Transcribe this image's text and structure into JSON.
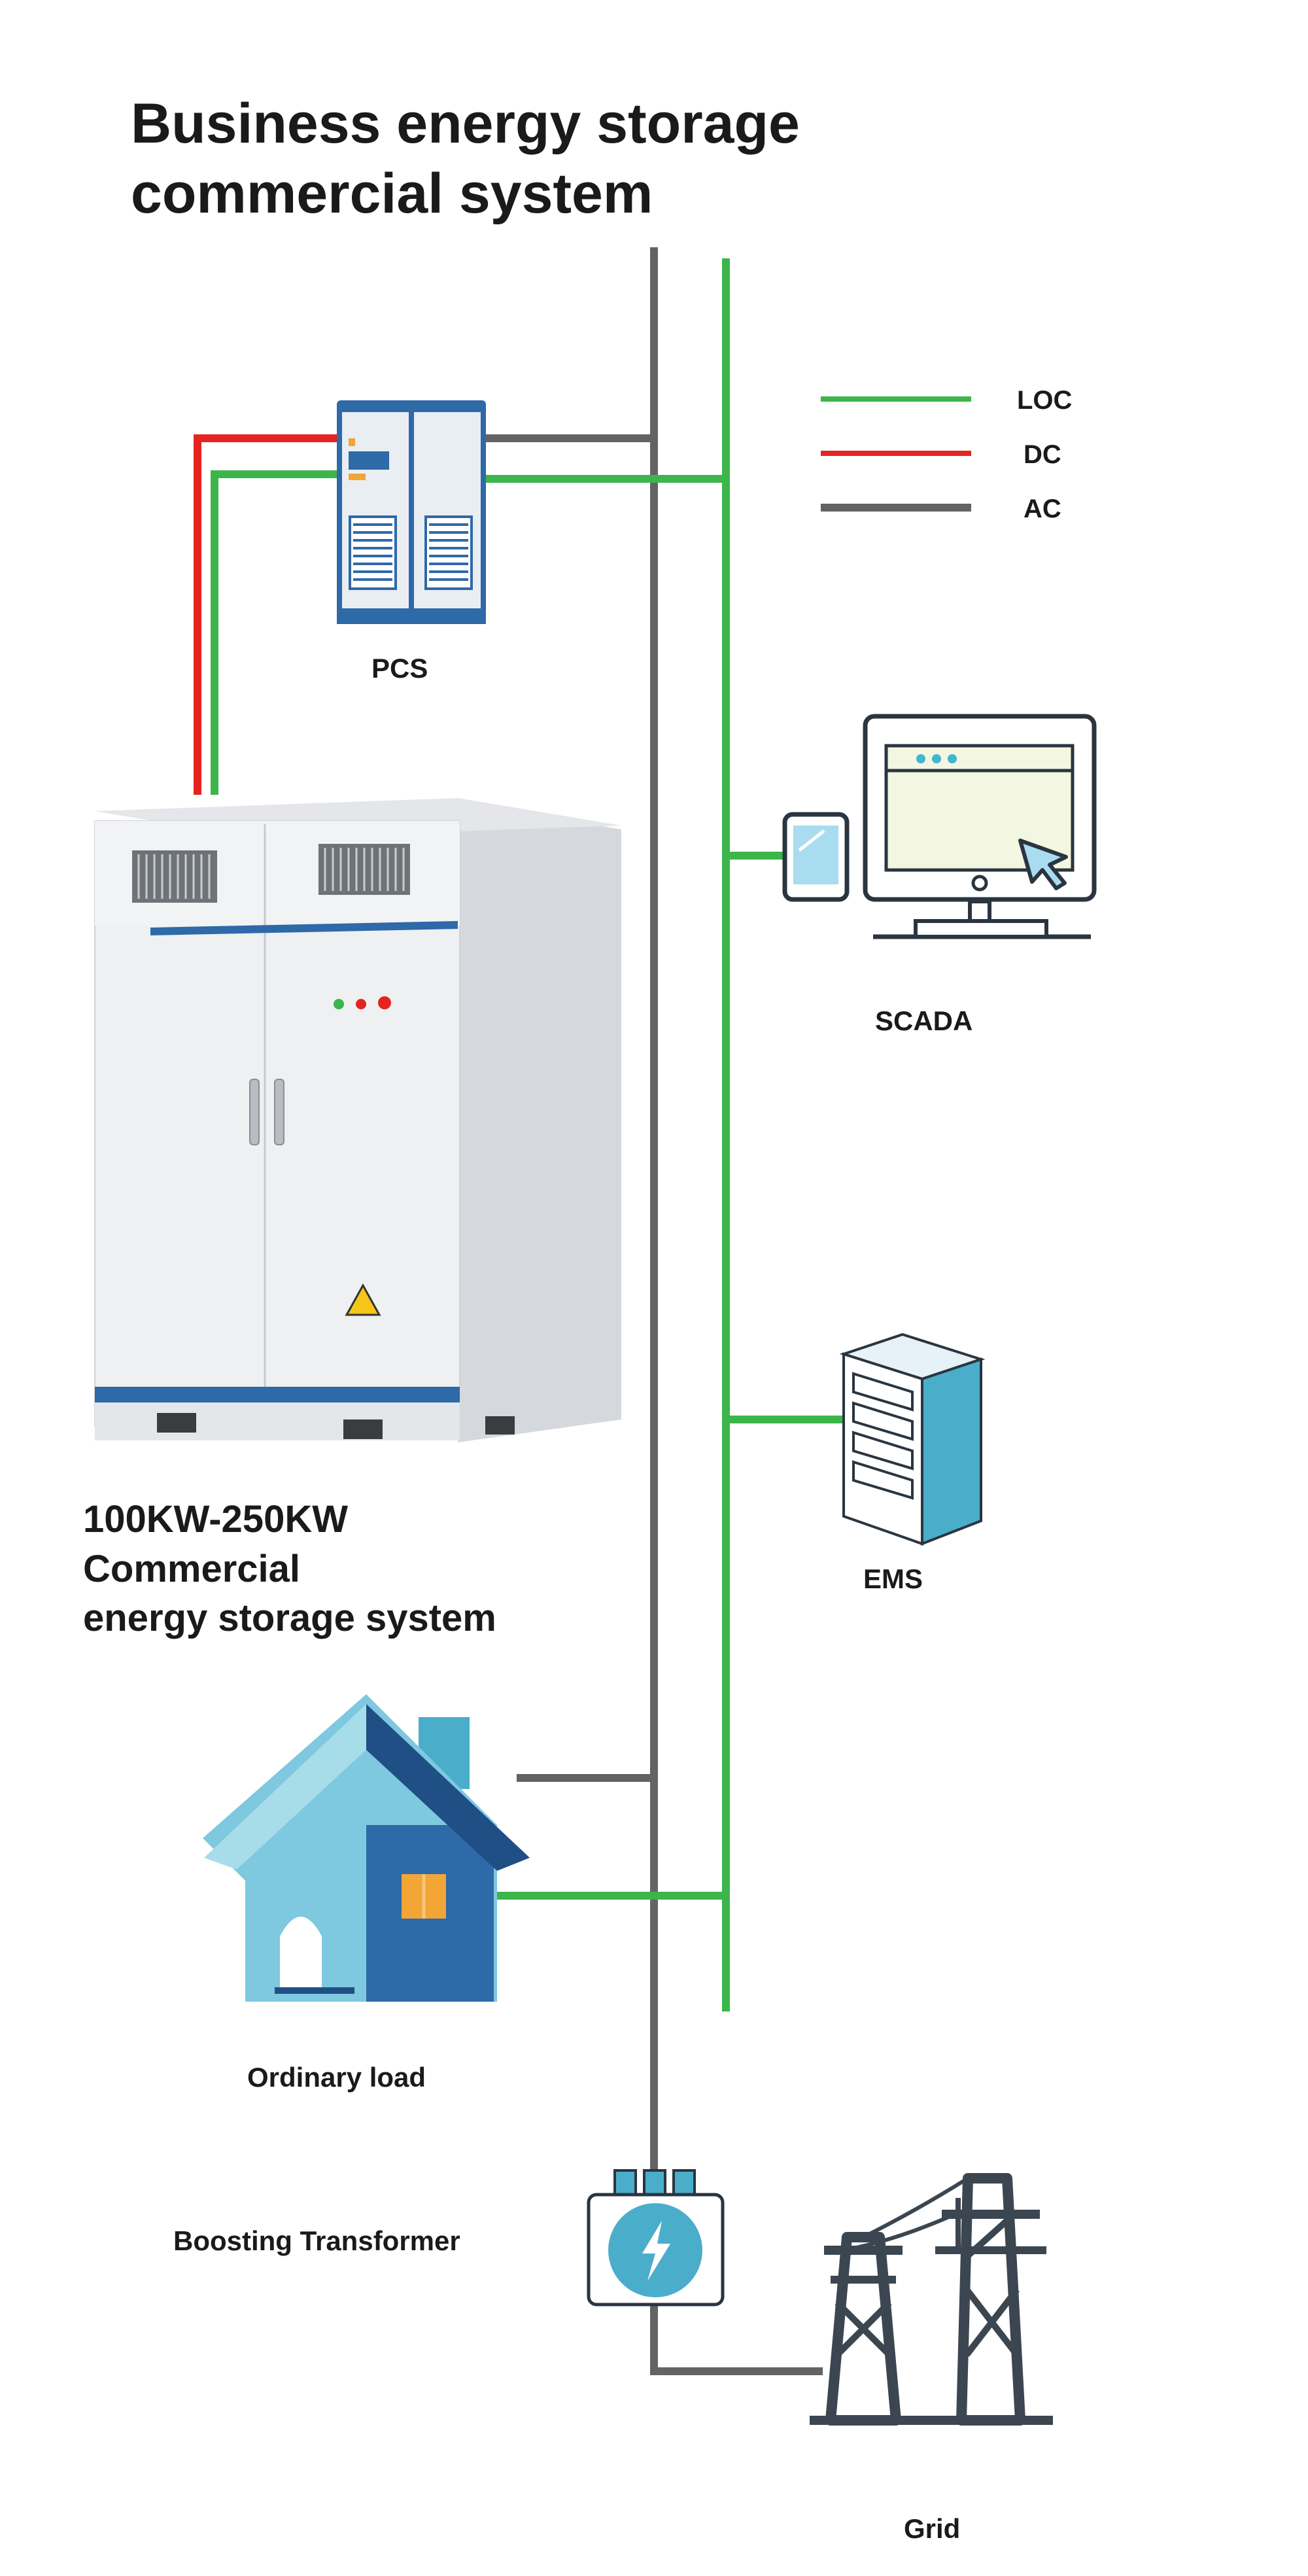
{
  "title": {
    "line1": "Business energy storage",
    "line2": "commercial system"
  },
  "legend": {
    "items": [
      {
        "label": "LOC",
        "color": "#3cb54a"
      },
      {
        "label": "DC",
        "color": "#e52421"
      },
      {
        "label": "AC",
        "color": "#636363"
      }
    ]
  },
  "nodes": {
    "pcs": {
      "label": "PCS"
    },
    "scada": {
      "label": "SCADA"
    },
    "ems": {
      "label": "EMS"
    },
    "storage": {
      "line1": "100KW-250KW",
      "line2": "Commercial",
      "line3": "energy storage system"
    },
    "load": {
      "label": "Ordinary load"
    },
    "transformer": {
      "label": "Boosting Transformer"
    },
    "grid": {
      "label": "Grid"
    }
  },
  "colors": {
    "loc": "#3cb54a",
    "dc": "#e52421",
    "ac": "#636363",
    "cabinet": "#eceef0",
    "accent_blue": "#2e69a8",
    "light_blue": "#7ec8e0"
  }
}
